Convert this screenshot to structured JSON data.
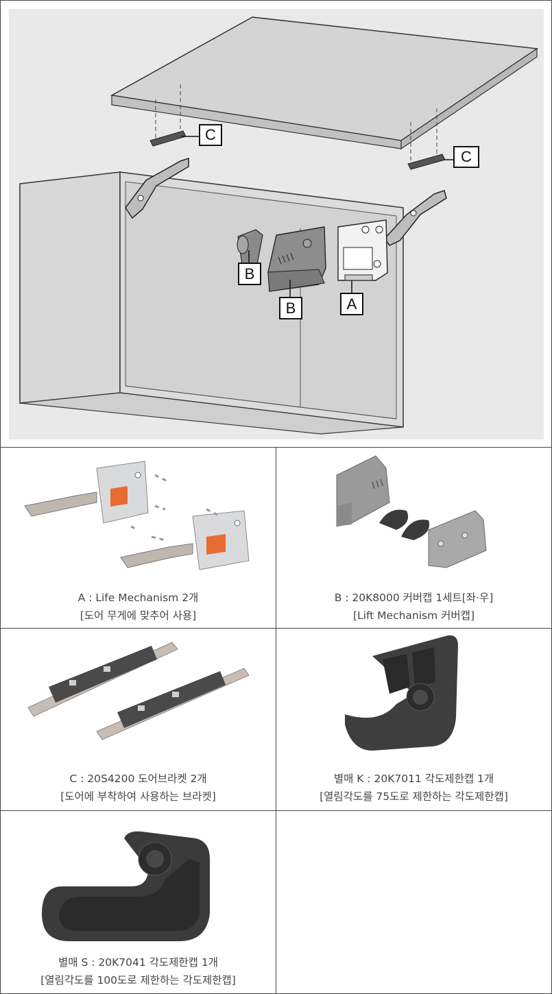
{
  "diagram": {
    "callouts": {
      "c_left": "C",
      "c_right": "C",
      "b_cap": "B",
      "b_cover": "B",
      "a_mech": "A"
    }
  },
  "items": [
    {
      "id": "A",
      "line1": "A : Life Mechanism 2개",
      "line2": "[도어 무게에 맞추어 사용]"
    },
    {
      "id": "B",
      "line1": "B : 20K8000 커버캡 1세트[좌·우]",
      "line2": "[Lift Mechanism 커버캡]"
    },
    {
      "id": "C",
      "line1": "C : 20S4200 도어브라켓 2개",
      "line2": "[도어에 부착하여 사용하는 브라켓]"
    },
    {
      "id": "K",
      "line1": "별매 K : 20K7011 각도제한캡 1개",
      "line2": "[열림각도를 75도로 제한하는 각도제한캡]"
    },
    {
      "id": "S",
      "line1": "별매 S : 20K7041 각도제한캡 1개",
      "line2": "[열림각도를 100도로 제한하는 각도제한캡]"
    }
  ]
}
